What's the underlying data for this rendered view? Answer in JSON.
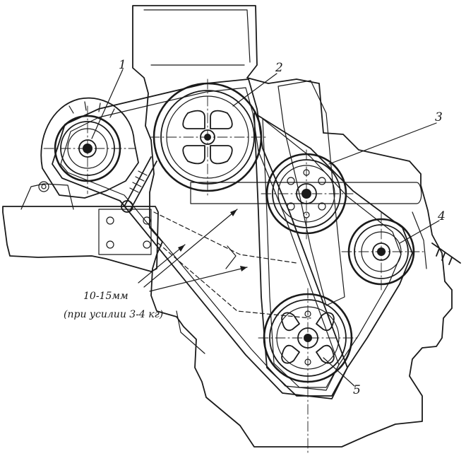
{
  "callouts": {
    "one": "1",
    "two": "2",
    "three": "3",
    "four": "4",
    "five": "5"
  },
  "note": {
    "deflection": "10-15мм",
    "force": "(при усилии 3-4 кг)"
  }
}
